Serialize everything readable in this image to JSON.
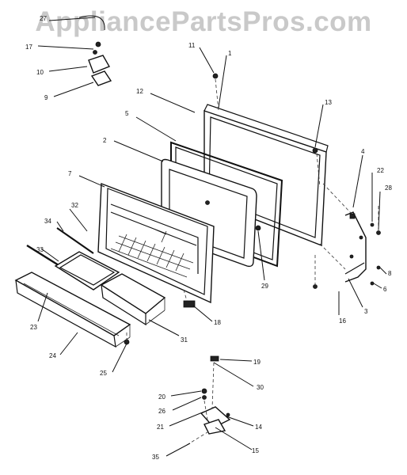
{
  "watermark": "AppliancePartsPros.com",
  "callouts": [
    "1",
    "2",
    "3",
    "4",
    "5",
    "6",
    "7",
    "8",
    "9",
    "10",
    "11",
    "12",
    "13",
    "14",
    "15",
    "16",
    "17",
    "18",
    "19",
    "20",
    "21",
    "22",
    "23",
    "24",
    "25",
    "26",
    "27",
    "28",
    "29",
    "30",
    "31",
    "32",
    "33",
    "34",
    "35"
  ]
}
